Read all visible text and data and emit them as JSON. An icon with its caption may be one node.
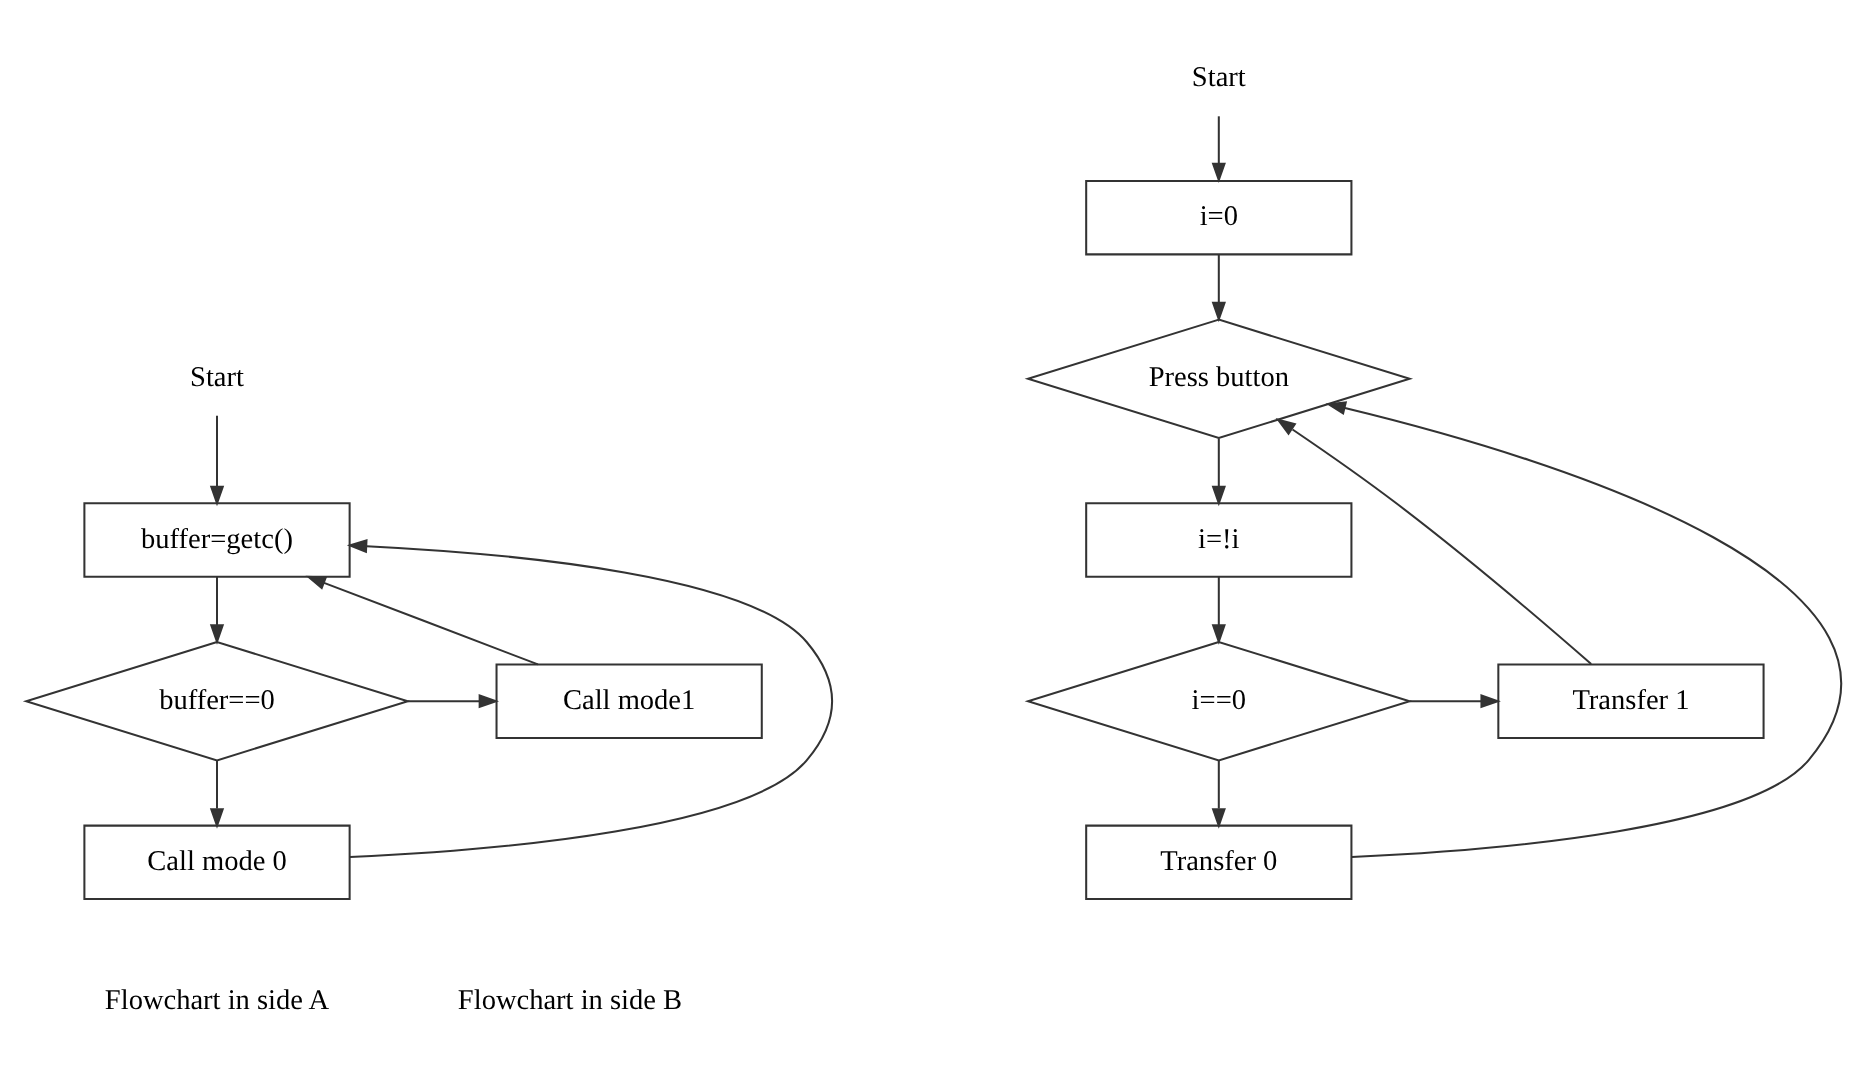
{
  "diagram": {
    "nodes": [
      {
        "text": [
          "Start"
        ]
      },
      {
        "text": [
          "buffer=getc()"
        ]
      },
      {
        "text": [
          "buffer==0"
        ]
      },
      {
        "text": [
          "Call mode1"
        ]
      },
      {
        "text": [
          "Call mode 0"
        ]
      },
      {
        "text": [
          "Start"
        ]
      },
      {
        "text": [
          "i=0"
        ]
      },
      {
        "text": [
          "Press button"
        ]
      },
      {
        "text": [
          "i=!i"
        ]
      },
      {
        "text": [
          "i==0"
        ]
      },
      {
        "text": [
          "Transfer 1"
        ]
      },
      {
        "text": [
          "Transfer 0"
        ]
      }
    ],
    "edges": [
      {
        "from": 0,
        "to": 1,
        "arrow": "to"
      },
      {
        "from": 1,
        "to": 2,
        "arrow": "to"
      },
      {
        "from": 2,
        "to": 3,
        "arrow": "to"
      },
      {
        "from": 2,
        "to": 4,
        "arrow": "to"
      },
      {
        "from": 3,
        "to": 1,
        "arrow": "to"
      },
      {
        "from": 4,
        "to": 1,
        "arrow": "to"
      },
      {
        "from": 5,
        "to": 6,
        "arrow": "to"
      },
      {
        "from": 6,
        "to": 7,
        "arrow": "to"
      },
      {
        "from": 7,
        "to": 8,
        "arrow": "to"
      },
      {
        "from": 8,
        "to": 9,
        "arrow": "to"
      },
      {
        "from": 9,
        "to": 10,
        "arrow": "to"
      },
      {
        "from": 9,
        "to": 11,
        "arrow": "to"
      },
      {
        "from": 10,
        "to": 7,
        "arrow": "to"
      },
      {
        "from": 11,
        "to": 7,
        "arrow": "to"
      }
    ],
    "labels": [
      "Flowchart in side A",
      "Flowchart in side B"
    ]
  }
}
